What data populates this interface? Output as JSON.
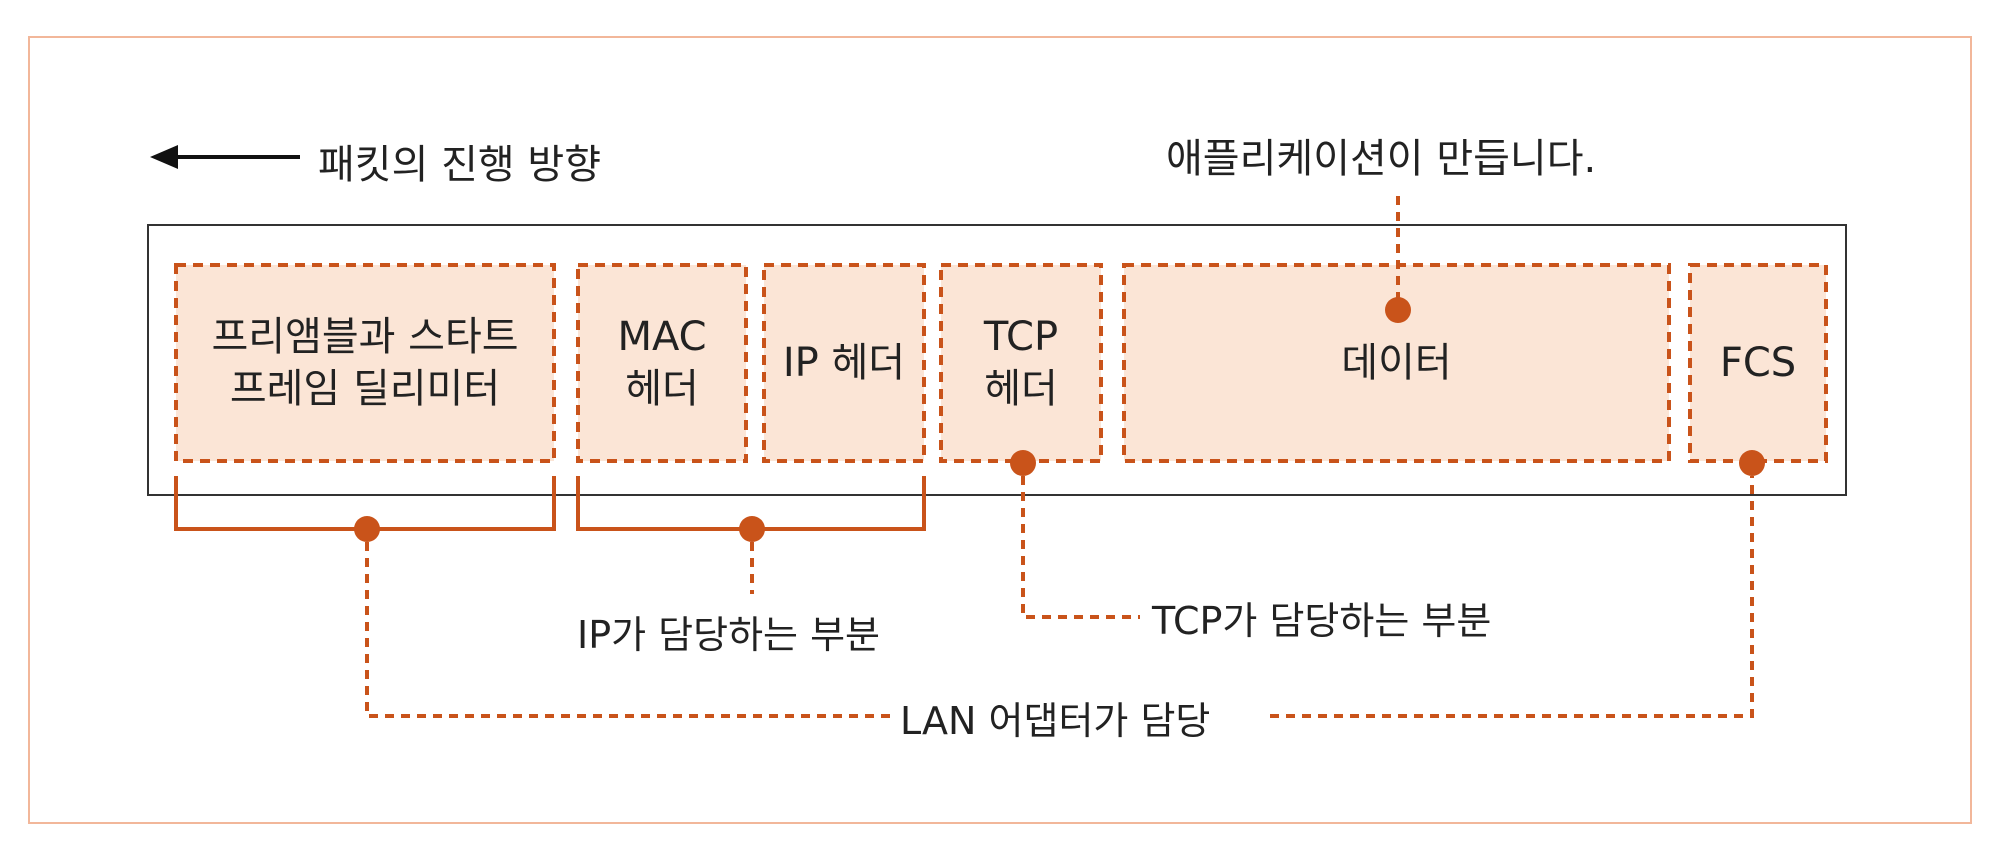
{
  "colors": {
    "accent": "#c9531a",
    "cell_fill": "#fbe5d6",
    "frame": "#f2b79a",
    "text": "#222222"
  },
  "direction_label": "패킷의 진행 방향",
  "app_note": "애플리케이션이 만듭니다.",
  "fields": {
    "preamble": {
      "line1": "프리앰블과 스타트",
      "line2": "프레임 딜리미터"
    },
    "mac": {
      "line1": "MAC",
      "line2": "헤더"
    },
    "ip": {
      "line1": "IP 헤더"
    },
    "tcp": {
      "line1": "TCP",
      "line2": "헤더"
    },
    "data": {
      "line1": "데이터"
    },
    "fcs": {
      "line1": "FCS"
    }
  },
  "labels": {
    "ip_part": "IP가 담당하는 부분",
    "tcp_part": "TCP가 담당하는 부분",
    "lan_part": "LAN 어댑터가 담당"
  }
}
